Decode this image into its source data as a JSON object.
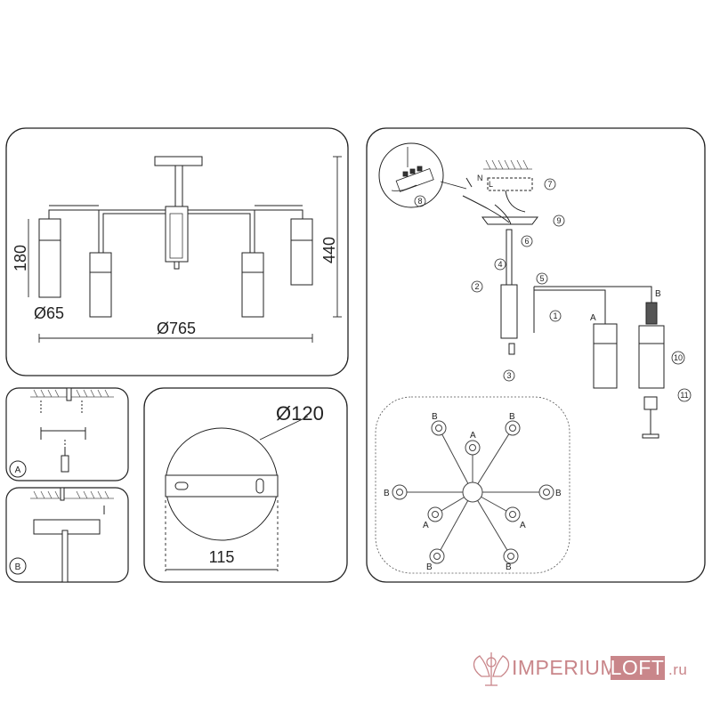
{
  "main_view": {
    "height_dim": "440",
    "shade_height_dim": "180",
    "shade_diameter_dim": "Ø65",
    "span_dim": "Ø765"
  },
  "canopy_view": {
    "diameter_dim": "Ø120",
    "width_dim": "115"
  },
  "panel_labels": {
    "a": "A",
    "b": "B"
  },
  "assembly": {
    "steps": [
      "1",
      "2",
      "3",
      "4",
      "5",
      "6",
      "7",
      "8",
      "9",
      "10",
      "11"
    ],
    "arm_label_a": "A",
    "arm_label_b": "B",
    "wire_labels": [
      "N",
      "L"
    ]
  },
  "top_view": {
    "labels": [
      "B",
      "A",
      "B",
      "B",
      "B",
      "A",
      "A",
      "B",
      "B"
    ]
  },
  "watermark": {
    "brand_main": "IMPERIUM",
    "brand_box": "LOFT",
    "domain": ".ru",
    "accent": "#c9868a"
  }
}
